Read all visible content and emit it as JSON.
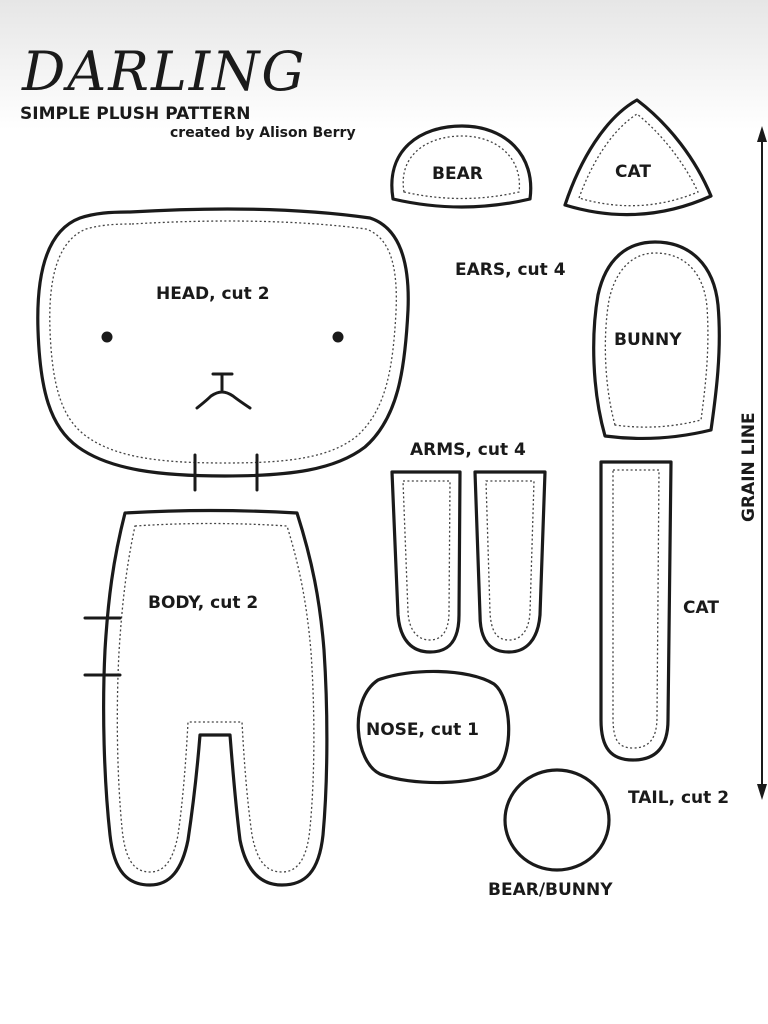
{
  "header": {
    "title": "DARLING",
    "subtitle": "SIMPLE PLUSH PATTERN",
    "credit": "created by Alison Berry"
  },
  "ears": {
    "bear_label": "BEAR",
    "cat_label": "CAT",
    "bunny_label": "BUNNY",
    "caption": "EARS, cut 4"
  },
  "head": {
    "label": "HEAD, cut 2"
  },
  "body": {
    "label": "BODY, cut 2"
  },
  "arms": {
    "label": "ARMS, cut 4"
  },
  "nose": {
    "label": "NOSE, cut 1"
  },
  "tail": {
    "cat_label": "CAT",
    "bear_bunny_label": "BEAR/BUNNY",
    "caption": "TAIL, cut 2"
  },
  "grain_line": {
    "label": "GRAIN LINE"
  }
}
